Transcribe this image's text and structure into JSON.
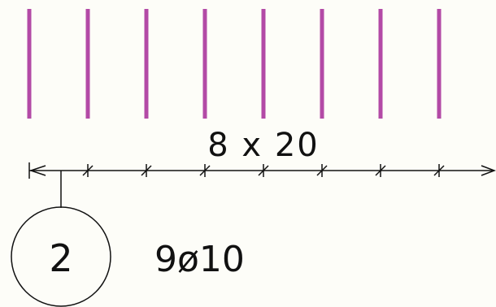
{
  "drawing": {
    "bar_count": 8,
    "bar_color": "#b34aa6",
    "line_color": "#111111",
    "background": "#fdfdf8"
  },
  "dimension": {
    "label": "8 x 20"
  },
  "marker": {
    "number": "2",
    "rebar_label": "9ø10"
  }
}
